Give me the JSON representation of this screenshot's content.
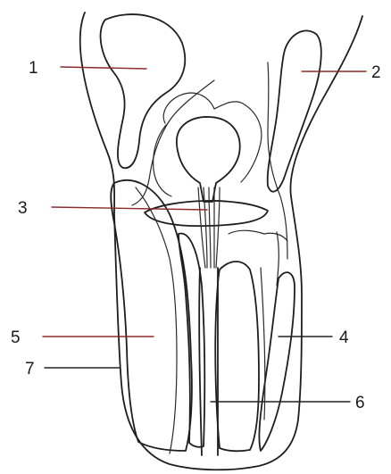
{
  "colors": {
    "line": "#1e1e1e",
    "shade": "#bdbdbd",
    "background": "#ffffff",
    "leader_red": "#8a2a2a",
    "leader_black": "#222222"
  },
  "labels": [
    {
      "id": "1",
      "text": "1",
      "leader_color": "red"
    },
    {
      "id": "2",
      "text": "2",
      "leader_color": "red"
    },
    {
      "id": "3",
      "text": "3",
      "leader_color": "red"
    },
    {
      "id": "4",
      "text": "4",
      "leader_color": "black"
    },
    {
      "id": "5",
      "text": "5",
      "leader_color": "red"
    },
    {
      "id": "6",
      "text": "6",
      "leader_color": "black"
    },
    {
      "id": "7",
      "text": "7",
      "leader_color": "black"
    }
  ]
}
